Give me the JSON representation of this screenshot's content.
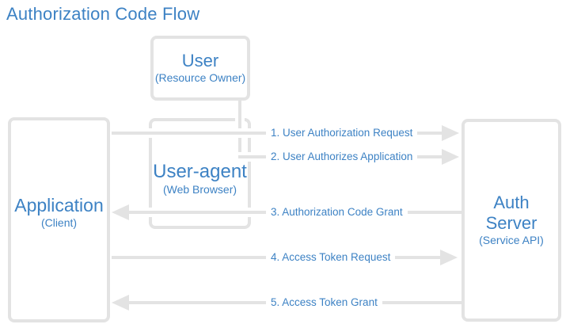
{
  "title": "Authorization Code Flow",
  "colors": {
    "accent_blue": "#3d82c4",
    "line_gray": "#e3e3e3",
    "background": "#ffffff"
  },
  "boxes": {
    "user": {
      "name": "User",
      "subtitle": "(Resource Owner)"
    },
    "user_agent": {
      "name": "User-agent",
      "subtitle": "(Web Browser)"
    },
    "application": {
      "name": "Application",
      "subtitle": "(Client)"
    },
    "auth_server": {
      "name": "Auth\nServer",
      "subtitle": "(Service API)"
    }
  },
  "flows": [
    {
      "label": "1. User Authorization Request",
      "direction": "right"
    },
    {
      "label": "2. User Authorizes Application",
      "direction": "right"
    },
    {
      "label": "3. Authorization Code Grant",
      "direction": "left"
    },
    {
      "label": "4. Access Token Request",
      "direction": "right"
    },
    {
      "label": "5. Access Token Grant",
      "direction": "left"
    }
  ]
}
